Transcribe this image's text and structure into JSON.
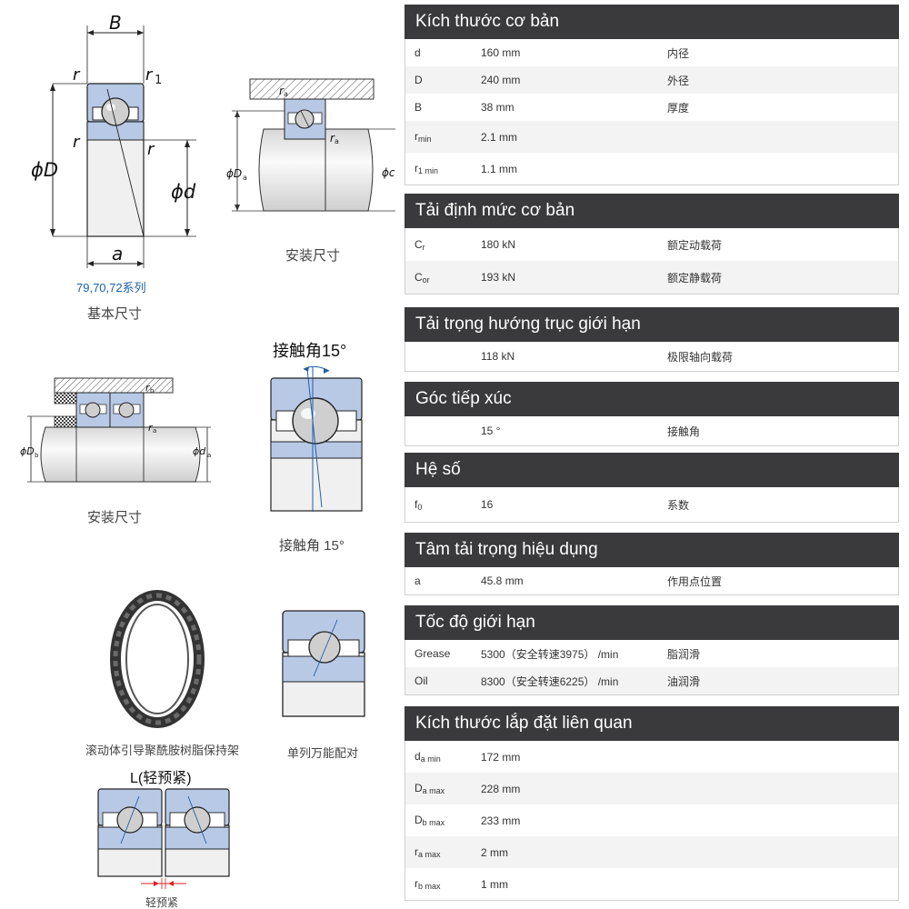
{
  "drawings": {
    "basic": {
      "labels": {
        "B": "B",
        "r": "r",
        "r1": "r",
        "r1_sub": "1",
        "phiD": "ϕD",
        "phid": "ϕd",
        "a": "a"
      },
      "series_caption": "79,70,72系列",
      "caption": "基本尺寸"
    },
    "mount_top": {
      "labels": {
        "ra": "r",
        "ra_sub": "a",
        "phiDa": "ϕD",
        "phiDa_sub": "a",
        "phid_cut": "ϕc"
      },
      "caption": "安装尺寸"
    },
    "mount_bottom": {
      "labels": {
        "rb": "r",
        "rb_sub": "b",
        "ra": "r",
        "ra_sub": "a",
        "phiDb": "ϕD",
        "phiDb_sub": "b",
        "phida": "ϕd",
        "phida_sub": "a"
      },
      "caption": "安装尺寸"
    },
    "contact_angle": {
      "title": "接触角15°",
      "caption": "接触角 15°"
    },
    "cage": {
      "caption": "滚动体引导聚酰胺树脂保持架"
    },
    "universal": {
      "caption": "单列万能配对"
    },
    "preload": {
      "title": "L(轻预紧)",
      "caption": "轻预紧"
    }
  },
  "sections": {
    "basic_dims": {
      "title": "Kích thước cơ bản",
      "rows": [
        {
          "sym": "d",
          "val": "160 mm",
          "desc": "内径"
        },
        {
          "sym": "D",
          "val": "240 mm",
          "desc": "外径"
        },
        {
          "sym": "B",
          "val": "38 mm",
          "desc": "厚度"
        },
        {
          "sym": "r",
          "sub": "min",
          "val": "2.1 mm",
          "desc": ""
        },
        {
          "sym": "r",
          "sub": "1 min",
          "val": "1.1 mm",
          "desc": ""
        }
      ]
    },
    "load_rating": {
      "title": "Tải định mức cơ bản",
      "rows": [
        {
          "sym": "C",
          "sub": "r",
          "val": "180 kN",
          "desc": "额定动载荷"
        },
        {
          "sym": "C",
          "sub": "or",
          "val": "193 kN",
          "desc": "额定静载荷"
        }
      ]
    },
    "axial_limit": {
      "title": "Tải trọng hướng trục giới hạn",
      "rows": [
        {
          "sym": "",
          "val": "118 kN",
          "desc": "极限轴向载荷"
        }
      ]
    },
    "contact_angle": {
      "title": "Góc tiếp xúc",
      "rows": [
        {
          "sym": "",
          "val": "15 °",
          "desc": "接触角"
        }
      ]
    },
    "factor": {
      "title": "Hệ số",
      "rows": [
        {
          "sym": "f",
          "sub": "0",
          "val": "16",
          "desc": "系数"
        }
      ]
    },
    "load_center": {
      "title": "Tâm tải trọng hiệu dụng",
      "rows": [
        {
          "sym": "a",
          "val": "45.8 mm",
          "desc": "作用点位置"
        }
      ]
    },
    "speed_limit": {
      "title": "Tốc độ giới hạn",
      "rows": [
        {
          "sym": "Grease",
          "val": "5300（安全转速3975） /min",
          "desc": "脂润滑"
        },
        {
          "sym": "Oil",
          "val": "8300（安全转速6225） /min",
          "desc": "油润滑"
        }
      ]
    },
    "mount_dims": {
      "title": "Kích thước lắp đặt liên quan",
      "rows": [
        {
          "sym": "d",
          "sub": "a min",
          "val": "172 mm",
          "desc": ""
        },
        {
          "sym": "D",
          "sub": "a max",
          "val": "228 mm",
          "desc": ""
        },
        {
          "sym": "D",
          "sub": "b max",
          "val": "233 mm",
          "desc": ""
        },
        {
          "sym": "r",
          "sub": "a max",
          "val": "2 mm",
          "desc": ""
        },
        {
          "sym": "r",
          "sub": "b max",
          "val": "1 mm",
          "desc": ""
        }
      ]
    }
  }
}
